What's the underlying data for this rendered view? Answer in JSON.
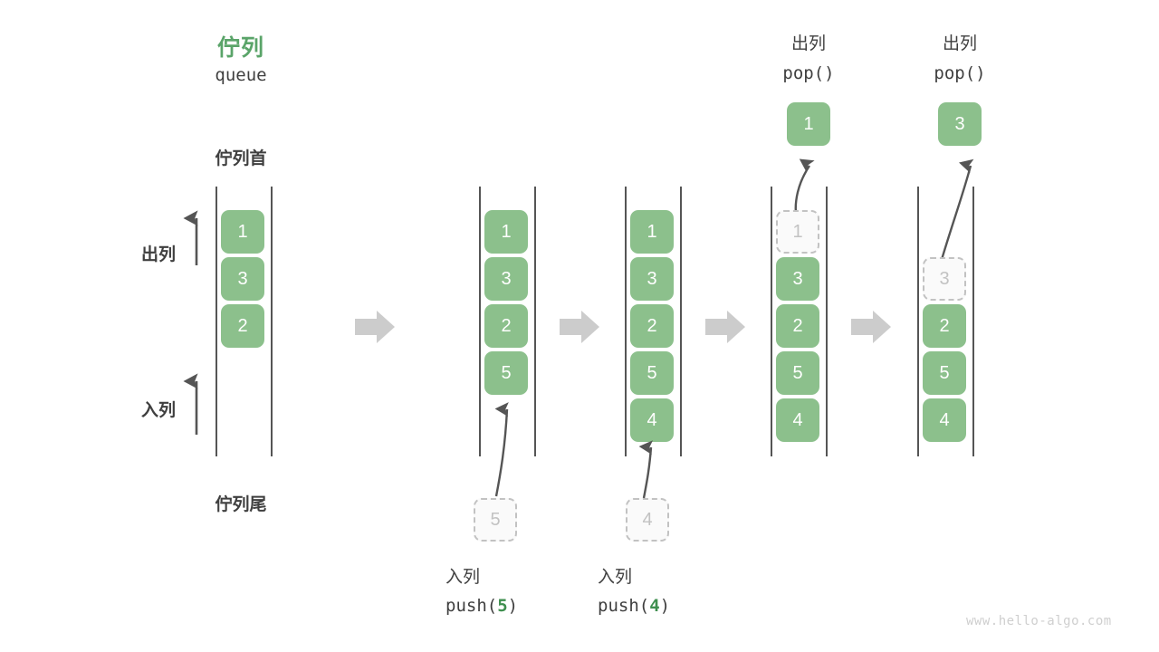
{
  "diagram": {
    "title_cn": "佇列",
    "title_en": "queue",
    "head_label": "佇列首",
    "tail_label": "佇列尾",
    "dequeue_label": "出列",
    "enqueue_label": "入列",
    "watermark": "www.hello-algo.com",
    "colors": {
      "cell_fill": "#8cc08c",
      "cell_text": "#ffffff",
      "ghost_fill": "#fafafa",
      "ghost_border": "#c2c2c2",
      "ghost_text": "#c2c2c2",
      "accent_green": "#5aa469",
      "code_num_green": "#3f8f4f",
      "rail": "#555555",
      "arrow": "#555555",
      "step_arrow": "#cccccc",
      "text": "#3f3f3f",
      "watermark": "#cfcfcf"
    }
  },
  "stages": [
    {
      "id": "initial",
      "cells": [
        "1",
        "3",
        "2"
      ],
      "ghost_top": null,
      "ghost_bottom": null,
      "popped": null,
      "op_cn": null,
      "op_code_prefix": null,
      "op_code_num": null,
      "op_code_suffix": null
    },
    {
      "id": "push-5",
      "cells": [
        "1",
        "3",
        "2",
        "5"
      ],
      "ghost_top": null,
      "ghost_bottom": "5",
      "popped": null,
      "op_cn": "入列",
      "op_code_prefix": "push(",
      "op_code_num": "5",
      "op_code_suffix": ")"
    },
    {
      "id": "push-4",
      "cells": [
        "1",
        "3",
        "2",
        "5",
        "4"
      ],
      "ghost_top": null,
      "ghost_bottom": "4",
      "popped": null,
      "op_cn": "入列",
      "op_code_prefix": "push(",
      "op_code_num": "4",
      "op_code_suffix": ")"
    },
    {
      "id": "pop-1",
      "cells": [
        "3",
        "2",
        "5",
        "4"
      ],
      "ghost_top": "1",
      "ghost_bottom": null,
      "popped": "1",
      "op_cn": "出列",
      "op_code_prefix": "pop(",
      "op_code_num": "",
      "op_code_suffix": ")"
    },
    {
      "id": "pop-3",
      "cells": [
        "2",
        "5",
        "4"
      ],
      "ghost_top": "3",
      "ghost_bottom": null,
      "popped": "3",
      "op_cn": "出列",
      "op_code_prefix": "pop(",
      "op_code_num": "",
      "op_code_suffix": ")"
    }
  ],
  "step_arrows": [
    "step-arrow-1",
    "step-arrow-2",
    "step-arrow-3",
    "step-arrow-4"
  ]
}
